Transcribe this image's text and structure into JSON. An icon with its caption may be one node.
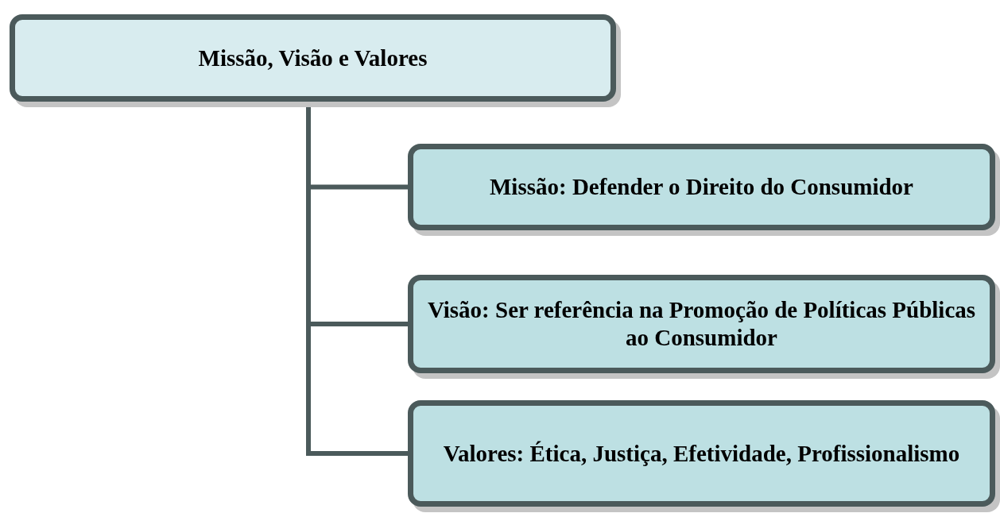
{
  "diagram": {
    "nodes": [
      {
        "text": [
          "Missão, Visão e Valores"
        ]
      },
      {
        "text": [
          "Missão: Defender o Direito do Consumidor"
        ]
      },
      {
        "text": [
          "Visão: Ser referência na Promoção de Políticas Públicas ao Consumidor"
        ]
      },
      {
        "text": [
          "Valores: Ética, Justiça, Efetividade, Profissionalismo"
        ]
      }
    ],
    "edges": [
      {
        "from": 0,
        "to": 1,
        "arrow": "none"
      },
      {
        "from": 0,
        "to": 2,
        "arrow": "none"
      },
      {
        "from": 0,
        "to": 3,
        "arrow": "none"
      }
    ]
  }
}
